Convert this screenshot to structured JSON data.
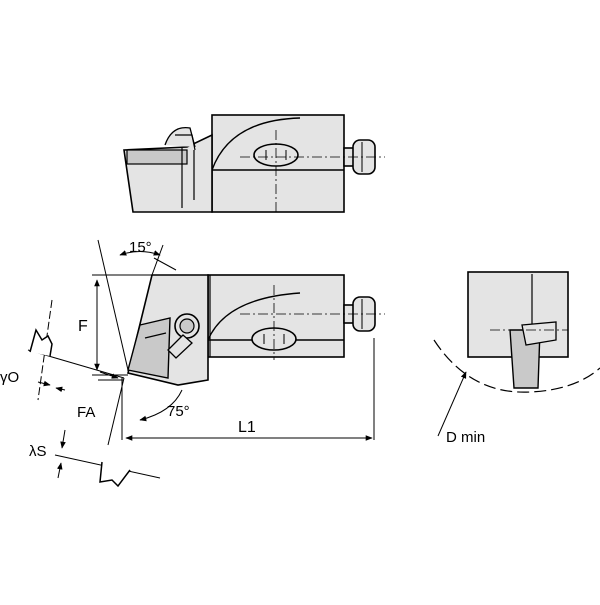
{
  "drawing": {
    "labels": {
      "angle_top": "15°",
      "angle_lead": "75°",
      "dim_f": "F",
      "dim_fa": "FA",
      "dim_l1": "L1",
      "gamma_o": "γO",
      "lambda_s": "λS",
      "d_min": "D min"
    },
    "colors": {
      "body_fill": "#e4e4e4",
      "body_dark": "#c9c9c9",
      "line": "#000000",
      "background": "#ffffff"
    }
  }
}
